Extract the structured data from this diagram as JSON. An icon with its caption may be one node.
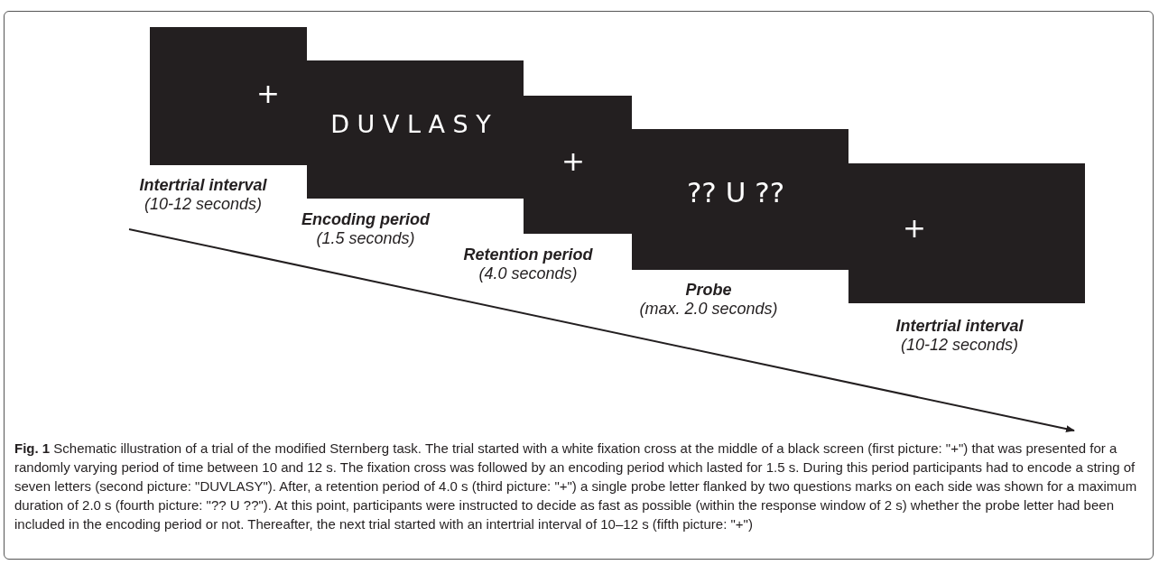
{
  "diagram": {
    "caption": "**Fig. 1** Schematic illustration of a trial of the modified Sternberg task. The trial started with a white fixation cross at the middle of a black screen (first picture: \"+\") that was presented for a randomly varying period of time between 10 and 12 s. The fixation cross was followed by an encoding period which lasted for 1.5 s. During this period participants had to encode a string of seven letters (second picture: \"DUVLASY\"). After, a retention period of 4.0 s (third picture: \"+\") a single probe letter flanked by two questions marks on each side was shown for a maximum duration of 2.0 s (fourth picture: \"?? U ??\"). At this point, participants were instructed to decide as fast as possible (within the response window of 2 s) whether the probe letter had been included in the encoding period or not. Thereafter, the next trial started with an intertrial interval of 10–12 s (fifth picture: \"+\")",
    "nodes": [
      {
        "text": [
          "+"
        ],
        "beside": [
          "Intertrial interval",
          "(10-12 seconds)"
        ]
      },
      {
        "text": [
          "D U V L A S Y"
        ],
        "beside": [
          "Encoding period",
          "(1.5 seconds)"
        ]
      },
      {
        "text": [
          "+"
        ],
        "beside": [
          "Retention period",
          "(4.0 seconds)"
        ]
      },
      {
        "text": [
          "?? U ??"
        ],
        "beside": [
          "Probe",
          "(max. 2.0 seconds)"
        ]
      },
      {
        "text": [
          "+"
        ],
        "beside": [
          "Intertrial interval",
          "(10-12 seconds)"
        ]
      }
    ],
    "edges": []
  }
}
